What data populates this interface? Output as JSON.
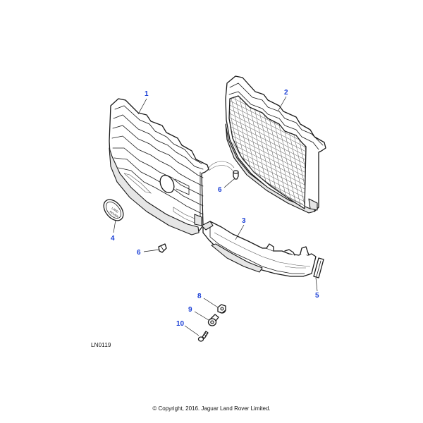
{
  "diagram": {
    "callouts": [
      {
        "id": "c1",
        "label": "1"
      },
      {
        "id": "c2",
        "label": "2"
      },
      {
        "id": "c3",
        "label": "3"
      },
      {
        "id": "c4",
        "label": "4"
      },
      {
        "id": "c5",
        "label": "5"
      },
      {
        "id": "c6a",
        "label": "6"
      },
      {
        "id": "c6b",
        "label": "6"
      },
      {
        "id": "c8",
        "label": "8"
      },
      {
        "id": "c9",
        "label": "9"
      },
      {
        "id": "c10",
        "label": "10"
      }
    ],
    "badge_text_line1": "LAND",
    "badge_text_line2": "ROVER",
    "callout_color": "#1a3fd6",
    "line_color": "#1a1a1a"
  },
  "reference_code": "LN0119",
  "copyright": "© Copyright, 2016. Jaguar Land Rover Limited."
}
